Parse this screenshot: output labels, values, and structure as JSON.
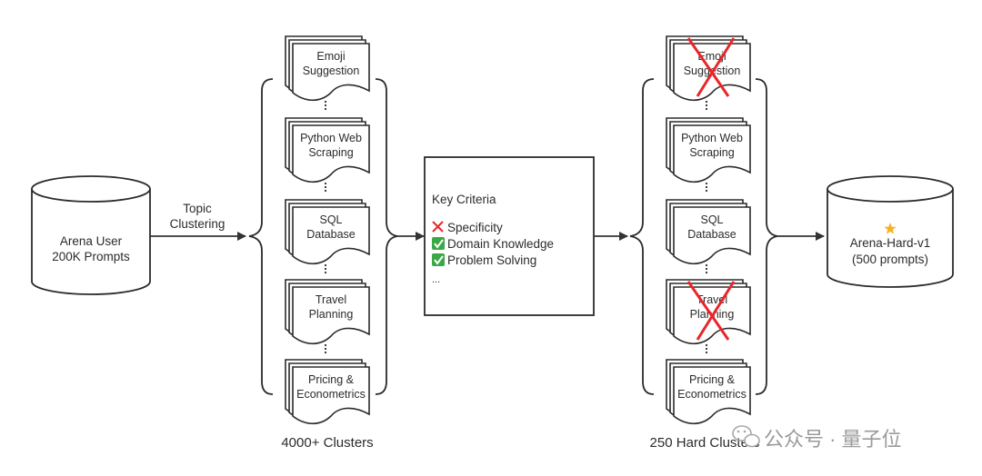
{
  "source": {
    "line1": "Arena User",
    "line2": "200K Prompts"
  },
  "arrow_label": {
    "line1": "Topic",
    "line2": "Clustering"
  },
  "left_clusters": [
    {
      "lines": [
        "Emoji",
        "Suggestion"
      ],
      "removed": false
    },
    {
      "lines": [
        "Python Web",
        "Scraping"
      ],
      "removed": false
    },
    {
      "lines": [
        "SQL",
        "Database"
      ],
      "removed": false
    },
    {
      "lines": [
        "Travel",
        "Planning"
      ],
      "removed": false
    },
    {
      "lines": [
        "Pricing &",
        "Econometrics"
      ],
      "removed": false
    }
  ],
  "left_caption": "4000+ Clusters",
  "criteria": {
    "title": "Key Criteria",
    "items": [
      {
        "icon": "cross-mark-icon",
        "text": "Specificity"
      },
      {
        "icon": "check-mark-icon",
        "text": "Domain Knowledge"
      },
      {
        "icon": "check-mark-icon",
        "text": "Problem Solving"
      }
    ],
    "more": "..."
  },
  "right_clusters": [
    {
      "lines": [
        "Emoji",
        "Suggestion"
      ],
      "removed": true
    },
    {
      "lines": [
        "Python Web",
        "Scraping"
      ],
      "removed": false
    },
    {
      "lines": [
        "SQL",
        "Database"
      ],
      "removed": false
    },
    {
      "lines": [
        "Travel",
        "Planning"
      ],
      "removed": true
    },
    {
      "lines": [
        "Pricing &",
        "Econometrics"
      ],
      "removed": false
    }
  ],
  "right_caption": "250 Hard Clusters",
  "result": {
    "line1": "Arena-Hard-v1",
    "line2": "(500 prompts)",
    "icon": "star-icon"
  },
  "watermark": {
    "text": "公众号 · 量子位",
    "icon": "wechat-icon"
  },
  "colors": {
    "stroke": "#2b2b2b",
    "cross": "#e8262a",
    "check": "#3aa845",
    "star": "#f5b324"
  }
}
